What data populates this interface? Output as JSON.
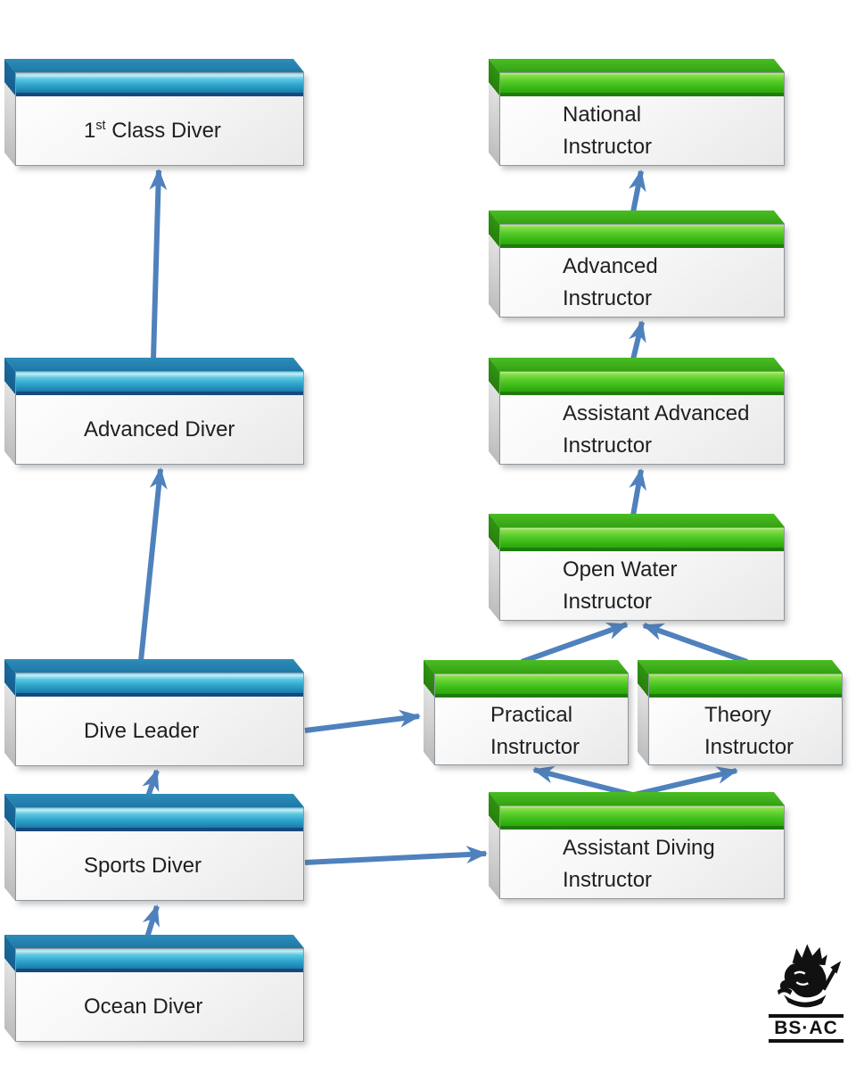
{
  "diagram": {
    "description": "BSAC diver grade and instructor grade progression chart",
    "colors": {
      "diver_band": "#2fa6cd",
      "diver_band_dark": "#17497e",
      "instructor_band": "#36b513",
      "instructor_band_dark": "#1e7c0b",
      "box_body": "#f2f2f2",
      "arrow": "#4f81bd",
      "background": "#ffffff"
    },
    "nodes": {
      "first_class_diver": {
        "label_num": "1",
        "label_sup": "st",
        "label_rest": " Class Diver",
        "type": "diver"
      },
      "advanced_diver": {
        "label": "Advanced Diver",
        "type": "diver"
      },
      "dive_leader": {
        "label": "Dive Leader",
        "type": "diver"
      },
      "sports_diver": {
        "label": "Sports Diver",
        "type": "diver"
      },
      "ocean_diver": {
        "label": "Ocean Diver",
        "type": "diver"
      },
      "national_instructor": {
        "line1": "National",
        "line2": "Instructor",
        "type": "instructor"
      },
      "advanced_instructor": {
        "line1": "Advanced",
        "line2": "Instructor",
        "type": "instructor"
      },
      "assistant_advanced_instructor": {
        "line1": "Assistant Advanced",
        "line2": "Instructor",
        "type": "instructor"
      },
      "open_water_instructor": {
        "line1": "Open Water",
        "line2": "Instructor",
        "type": "instructor"
      },
      "practical_instructor": {
        "line1": "Practical",
        "line2": "Instructor",
        "type": "instructor"
      },
      "theory_instructor": {
        "line1": "Theory",
        "line2": "Instructor",
        "type": "instructor"
      },
      "assistant_diving_instructor": {
        "line1": "Assistant Diving",
        "line2": "Instructor",
        "type": "instructor"
      }
    },
    "edges": [
      {
        "from": "ocean_diver",
        "to": "sports_diver"
      },
      {
        "from": "sports_diver",
        "to": "dive_leader"
      },
      {
        "from": "dive_leader",
        "to": "advanced_diver"
      },
      {
        "from": "advanced_diver",
        "to": "first_class_diver"
      },
      {
        "from": "sports_diver",
        "to": "assistant_diving_instructor"
      },
      {
        "from": "dive_leader",
        "to": "practical_instructor"
      },
      {
        "from": "assistant_diving_instructor",
        "to": "practical_instructor"
      },
      {
        "from": "assistant_diving_instructor",
        "to": "theory_instructor"
      },
      {
        "from": "practical_instructor",
        "to": "open_water_instructor"
      },
      {
        "from": "theory_instructor",
        "to": "open_water_instructor"
      },
      {
        "from": "open_water_instructor",
        "to": "assistant_advanced_instructor"
      },
      {
        "from": "assistant_advanced_instructor",
        "to": "advanced_instructor"
      },
      {
        "from": "advanced_instructor",
        "to": "national_instructor"
      }
    ],
    "logo": {
      "text": "BS·AC"
    }
  }
}
